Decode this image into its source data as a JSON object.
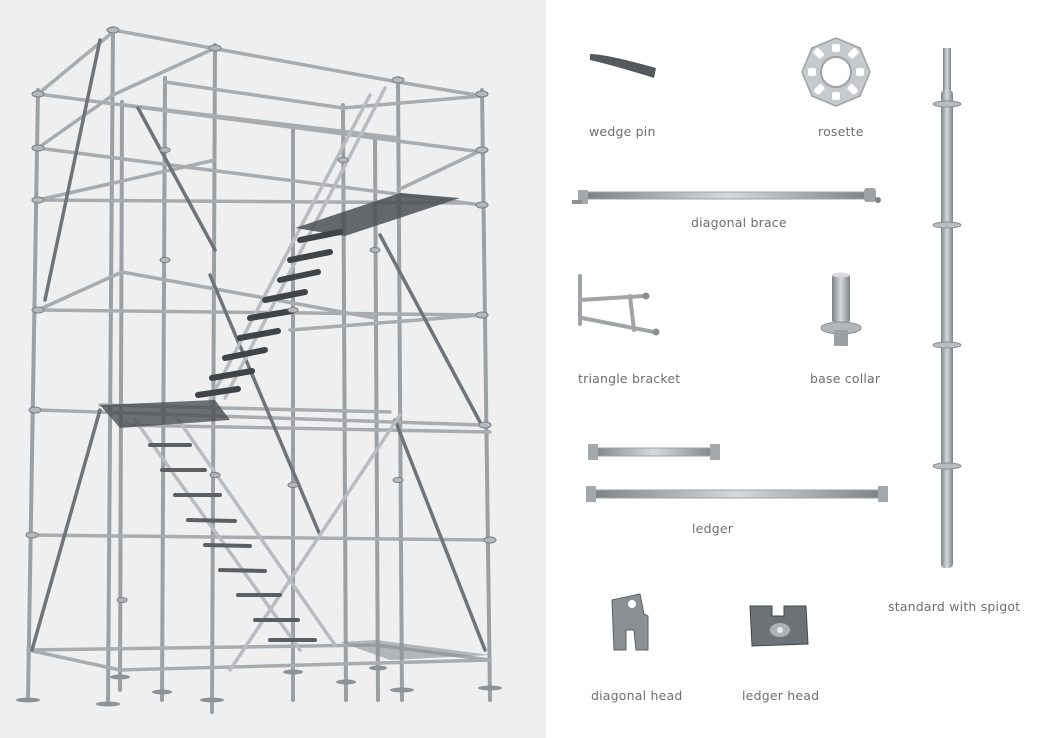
{
  "figure": {
    "left_panel": {
      "subject": "ringlock scaffold tower with stair",
      "background": "#efeff0"
    },
    "right_panel": {
      "background": "#ffffff",
      "components": [
        {
          "id": "wedge_pin",
          "label": "wedge pin",
          "icon": "wedge-pin-icon"
        },
        {
          "id": "rosette",
          "label": "rosette",
          "icon": "rosette-icon"
        },
        {
          "id": "diagonal_brace",
          "label": "diagonal brace",
          "icon": "diagonal-brace-icon"
        },
        {
          "id": "triangle_bracket",
          "label": "triangle bracket",
          "icon": "triangle-bracket-icon"
        },
        {
          "id": "base_collar",
          "label": "base collar",
          "icon": "base-collar-icon"
        },
        {
          "id": "ledger",
          "label": "ledger",
          "icon": "ledger-icon"
        },
        {
          "id": "diagonal_head",
          "label": "diagonal head",
          "icon": "diagonal-head-icon"
        },
        {
          "id": "ledger_head",
          "label": "ledger head",
          "icon": "ledger-head-icon"
        },
        {
          "id": "standard_with_spigot",
          "label": "standard with spigot",
          "icon": "standard-with-spigot-icon"
        }
      ]
    },
    "colors": {
      "steel_light": "#c9ccd0",
      "steel_mid": "#9aa0a6",
      "steel_dark": "#5f6468",
      "label_text": "#6e6e6e"
    }
  }
}
